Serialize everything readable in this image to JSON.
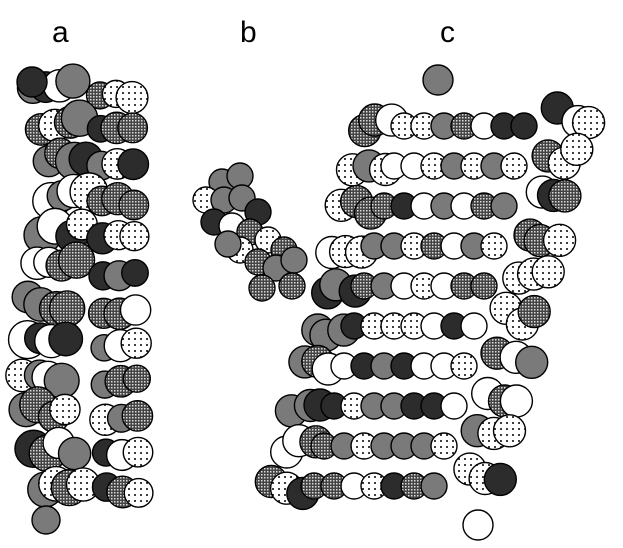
{
  "figure": {
    "panels": [
      {
        "id": "a",
        "label": "a"
      },
      {
        "id": "b",
        "label": "b"
      },
      {
        "id": "c",
        "label": "c"
      }
    ],
    "style": {
      "outline": "#000000",
      "light_fill": "#ffffff",
      "mid_fill": "#7a7a7a",
      "dark_fill": "#2c2c2c",
      "stipple_dot": "#000000"
    }
  }
}
